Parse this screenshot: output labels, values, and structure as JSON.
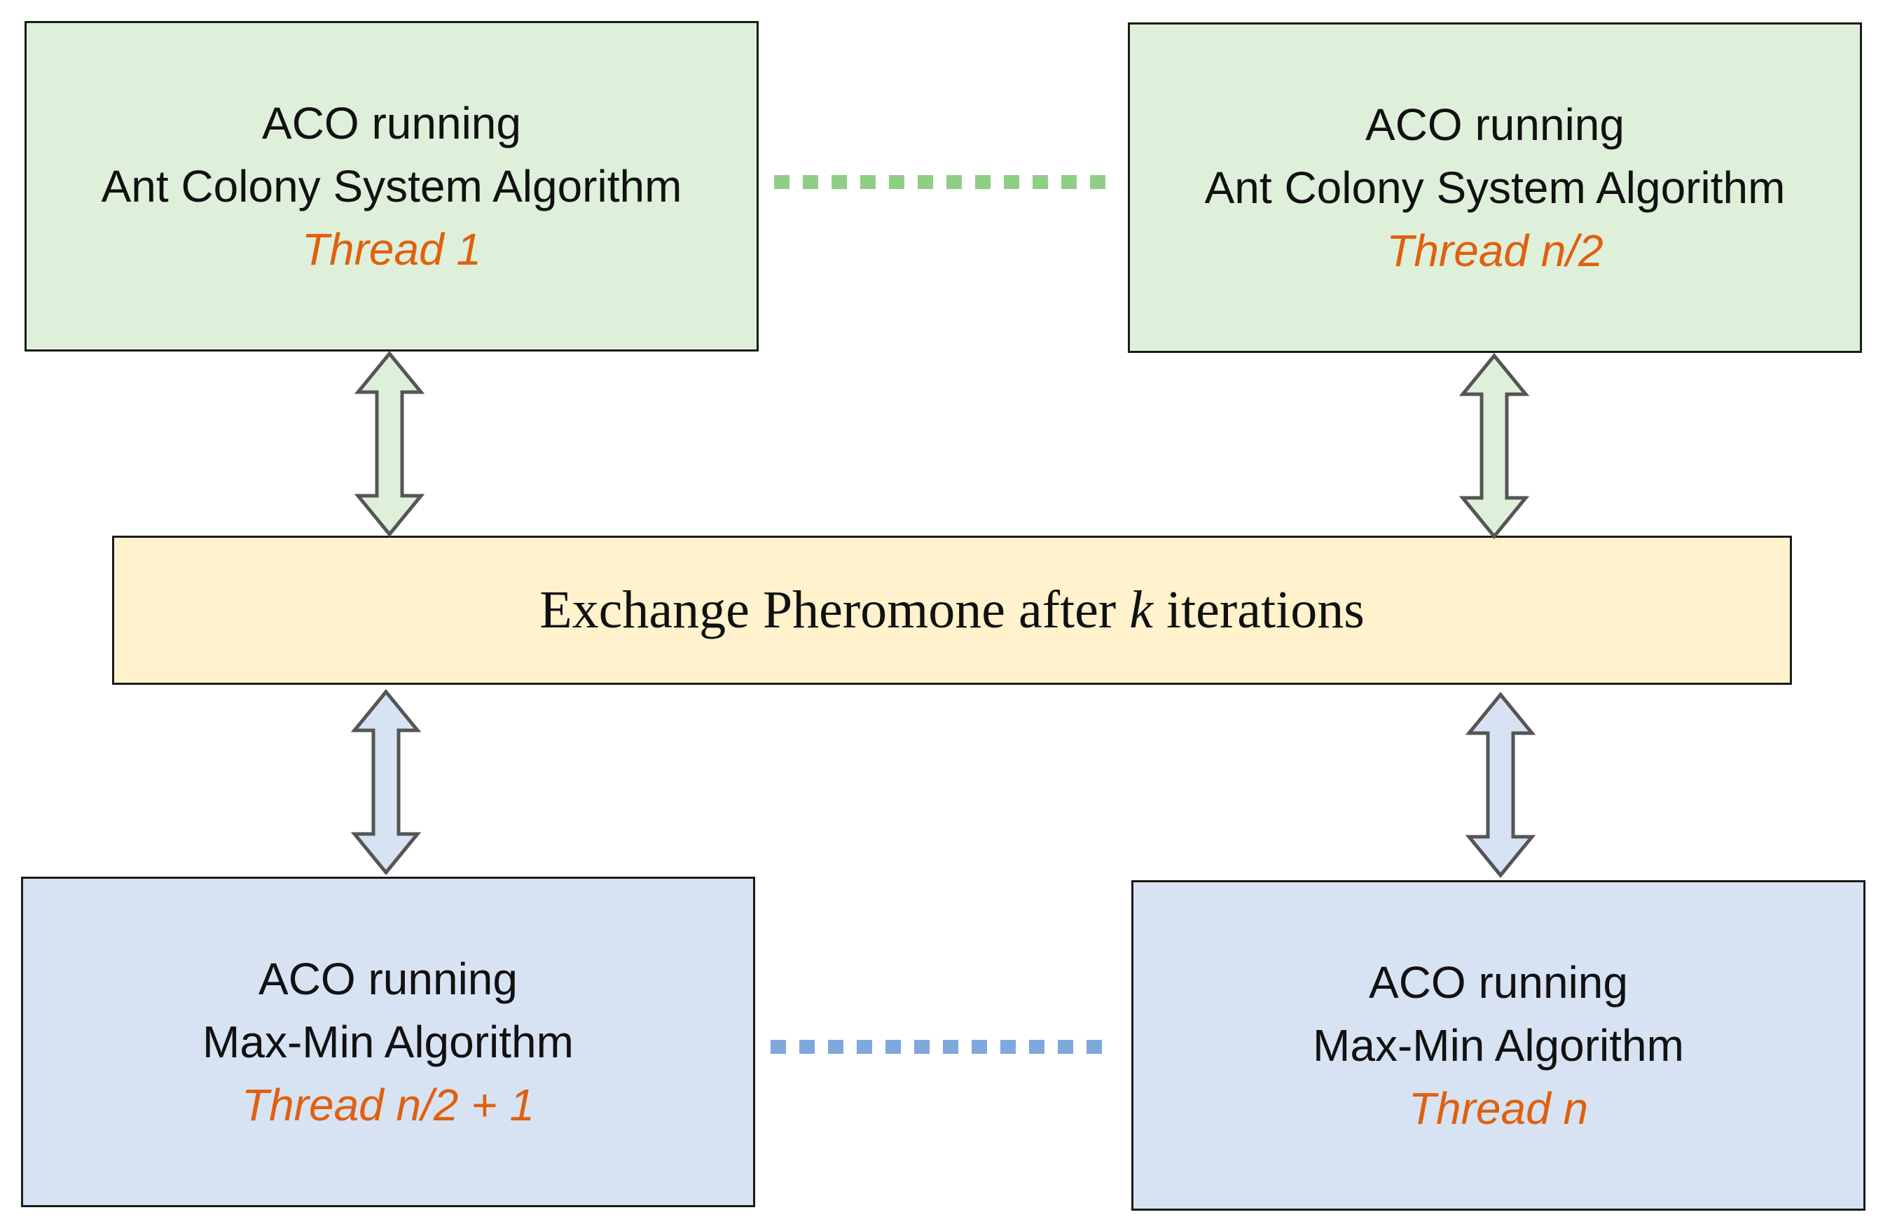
{
  "diagram": {
    "colors": {
      "green_fill": "#dff0da",
      "blue_fill": "#d7e3f3",
      "center_fill": "#fff2cc",
      "thread_text": "#e0600f",
      "green_dots": "#8fcf85",
      "blue_dots": "#7fa8dc",
      "border": "#1a1a1a"
    },
    "boxes": {
      "top_left": {
        "line1": "ACO running",
        "line2": "Ant Colony System Algorithm",
        "thread": "Thread 1"
      },
      "top_right": {
        "line1": "ACO running",
        "line2": "Ant Colony System Algorithm",
        "thread": "Thread n/2"
      },
      "bottom_left": {
        "line1": "ACO running",
        "line2": "Max-Min Algorithm",
        "thread": "Thread n/2 + 1"
      },
      "bottom_right": {
        "line1": "ACO running",
        "line2": "Max-Min Algorithm",
        "thread": "Thread n"
      }
    },
    "center": {
      "prefix": "Exchange Pheromone after",
      "variable": "k",
      "suffix": "iterations"
    },
    "arrows": [
      "double-arrow-icon",
      "double-arrow-icon",
      "double-arrow-icon",
      "double-arrow-icon"
    ]
  }
}
